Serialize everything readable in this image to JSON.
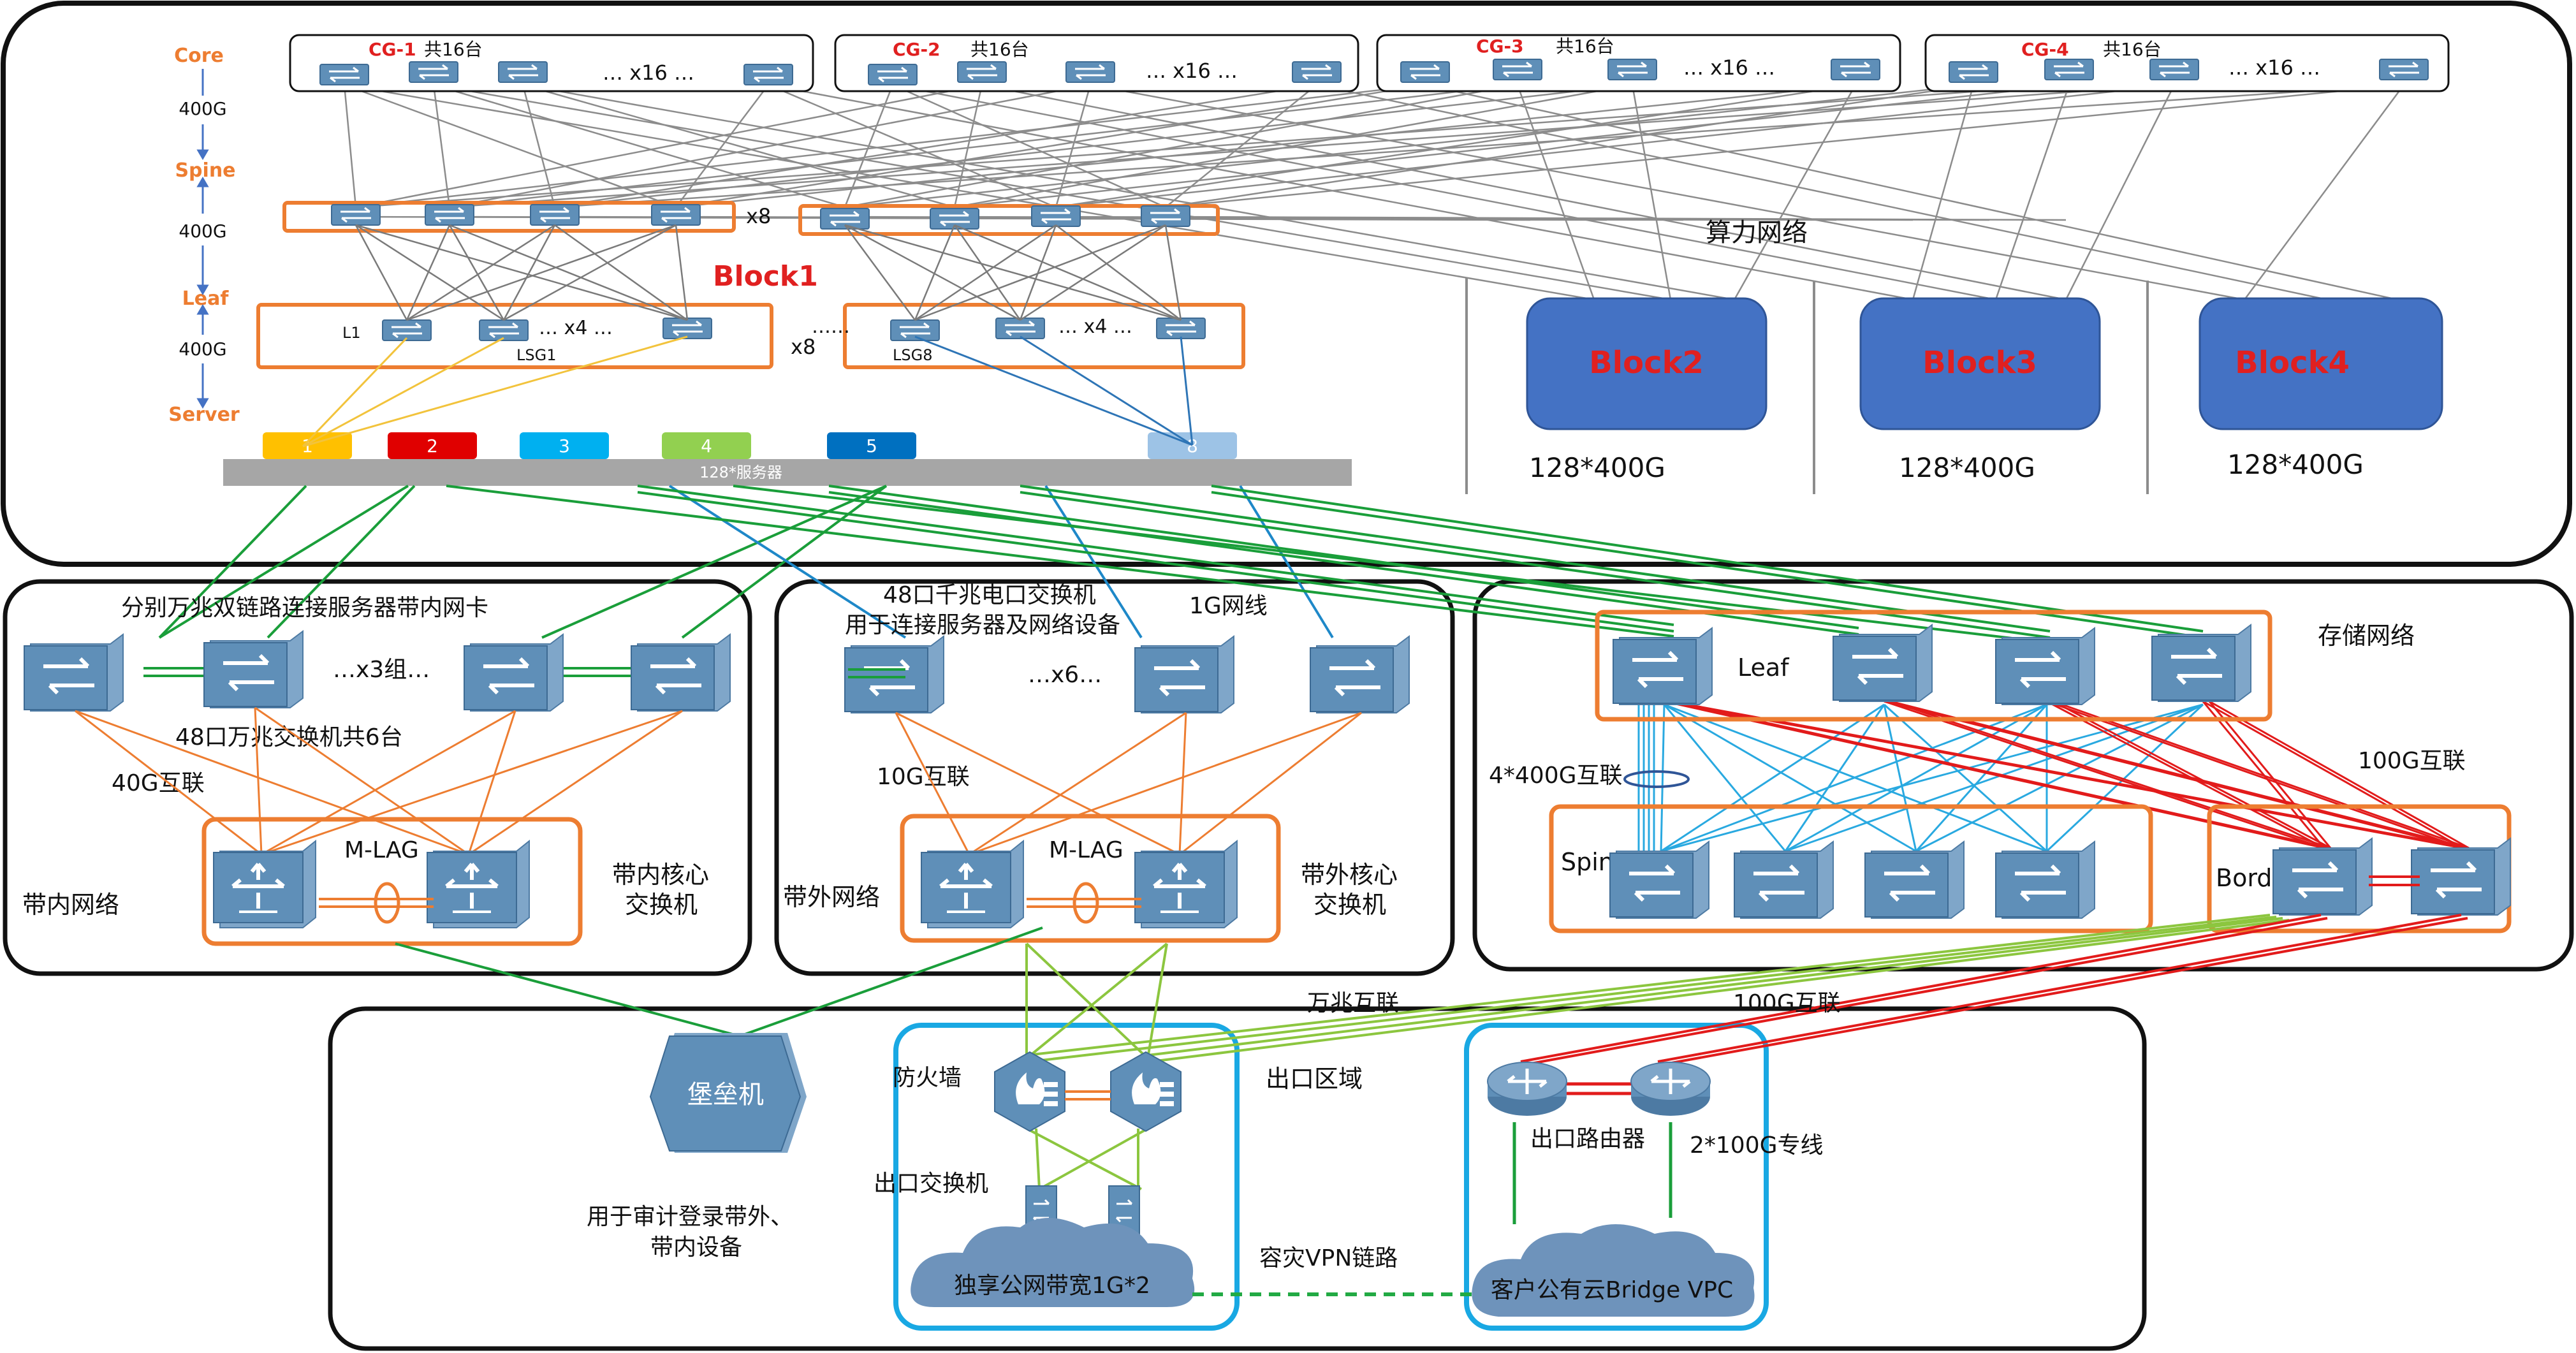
{
  "colors": {
    "orange": "#ed7d31",
    "black": "#111111",
    "gray_line": "#8c8c8c",
    "green_line": "#1a9e3a",
    "light_green": "#8cc63f",
    "blue_line": "#1e88c8",
    "cyan_line": "#29a9e0",
    "red_line": "#e21b1b",
    "block_fill": "#4472c4",
    "block_text": "#e02020",
    "device": "#5f8fb8",
    "cloud": "#6e93bb",
    "dash_green": "#22aa44",
    "frame_blue": "#19a8e3"
  },
  "layers": {
    "core": "Core",
    "spine": "Spine",
    "leaf": "Leaf",
    "server": "Server",
    "link1": "400G",
    "link2": "400G",
    "link3": "400G"
  },
  "core_groups": [
    {
      "name": "CG-1",
      "suffix": "共16台",
      "more": "… x16 …"
    },
    {
      "name": "CG-2",
      "suffix": "共16台",
      "more": "… x16 …"
    },
    {
      "name": "CG-3",
      "suffix": "共16台",
      "more": "… x16 …"
    },
    {
      "name": "CG-4",
      "suffix": "共16台",
      "more": "… x16 …"
    }
  ],
  "block1": {
    "title": "Block1",
    "spine_mult": "x8",
    "leaf_mult": "x8",
    "leaf_dots": "……",
    "l1": "L1",
    "lsg1": "LSG1",
    "lsg1_more": "… x4 …",
    "lsg8": "LSG8",
    "lsg8_more": "… x4 …"
  },
  "servers": {
    "labels": [
      "1",
      "2",
      "3",
      "4",
      "5",
      "8"
    ],
    "colors": [
      "#ffc000",
      "#e00000",
      "#00b0f0",
      "#92d050",
      "#0070c0",
      "#9dc3e6"
    ],
    "bar_label": "128*服务器"
  },
  "compute": {
    "label": "算力网络",
    "blocks": [
      {
        "name": "Block2",
        "spec": "128*400G"
      },
      {
        "name": "Block3",
        "spec": "128*400G"
      },
      {
        "name": "Block4",
        "spec": "128*400G"
      }
    ]
  },
  "inband": {
    "note": "分别万兆双链路连接服务器带内网卡",
    "groups": "…x3组…",
    "switches": "48口万兆交换机共6台",
    "uplink": "40G互联",
    "mlag": "M-LAG",
    "core_label_1": "带内核心",
    "core_label_2": "交换机",
    "name": "带内网络"
  },
  "oob": {
    "note_1": "48口千兆电口交换机",
    "note_2": "用于连接服务器及网络设备",
    "cable": "1G网线",
    "more": "…x6…",
    "uplink": "10G互联",
    "mlag": "M-LAG",
    "core_label_1": "带外核心",
    "core_label_2": "交换机",
    "name": "带外网络"
  },
  "storage": {
    "leaf": "Leaf",
    "name": "存储网络",
    "interlink": "4*400G互联",
    "border_link": "100G互联",
    "spine": "Spine",
    "border": "Border"
  },
  "egress": {
    "link_10g": "万兆互联",
    "link_100g": "100G互联",
    "bastion": "堡垒机",
    "bastion_note_1": "用于审计登录带外、",
    "bastion_note_2": "带内设备",
    "firewall": "防火墙",
    "exit_switch": "出口交换机",
    "exit_area": "出口区域",
    "router": "出口路由器",
    "dedicated": "2*100G专线",
    "internet": "独享公网带宽1G*2",
    "vpn": "容灾VPN链路",
    "vpc": "客户公有云Bridge VPC"
  }
}
